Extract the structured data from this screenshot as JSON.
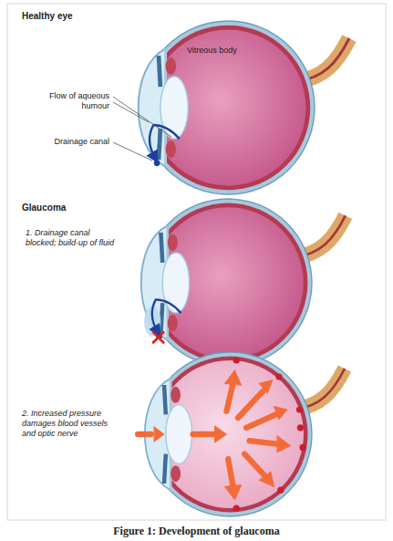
{
  "diagram": {
    "caption": "Figure 1: Development of glaucoma",
    "labels": [
      "Healthy eye",
      "Vitreous body",
      "Flow of aqueous humour",
      "Drainage canal",
      "Glaucoma",
      "1. Drainage canal blocked; build-up of fluid",
      "2. Increased pressure damages blood vessels and optic nerve"
    ]
  }
}
